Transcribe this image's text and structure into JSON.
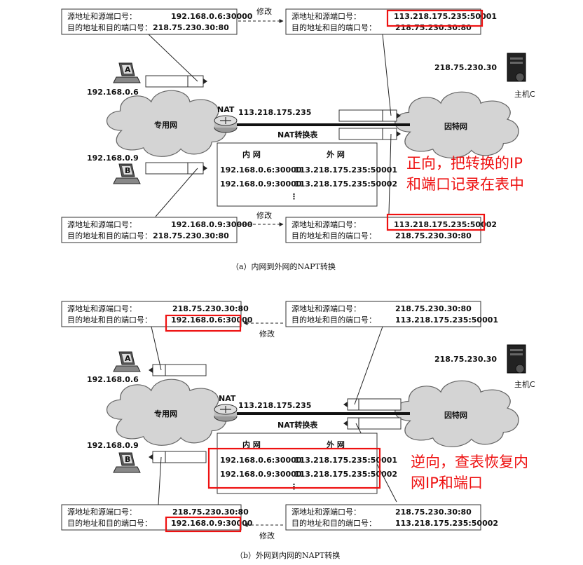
{
  "labels": {
    "src": "源地址和源端口号：",
    "dst": "目的地址和目的端口号：",
    "modify": "修改",
    "nat": "NAT",
    "nat_table": "NAT转换表",
    "inner": "内  网",
    "outer": "外  网",
    "ellipsis": "⋮",
    "private_net": "专用网",
    "internet": "因特网",
    "host_c": "主机C",
    "pc_a": "A",
    "pc_b": "B"
  },
  "addresses": {
    "host_a": "192.168.0.6",
    "host_b": "192.168.0.9",
    "nat_ip": "113.218.175.235",
    "server_ip": "218.75.230.30",
    "a_inner": "192.168.0.6:30000",
    "b_inner": "192.168.0.9:30000",
    "a_outer": "113.218.175.235:50001",
    "b_outer": "113.218.175.235:50002",
    "server": "218.75.230.30:80"
  },
  "captions": {
    "a": "（a）内网到外网的NAPT转换",
    "b": "（b）外网到内网的NAPT转换"
  },
  "notes": {
    "a_line1": "正向，把转换的IP",
    "a_line2": "和端口记录在表中",
    "b_line1": "逆向，查表恢复内",
    "b_line2": "网IP和端口"
  },
  "colors": {
    "highlight": "#e11111",
    "cloud": "#d4d4d4"
  },
  "icons": [
    "laptop-icon",
    "router-icon",
    "server-icon",
    "cloud-icon"
  ]
}
